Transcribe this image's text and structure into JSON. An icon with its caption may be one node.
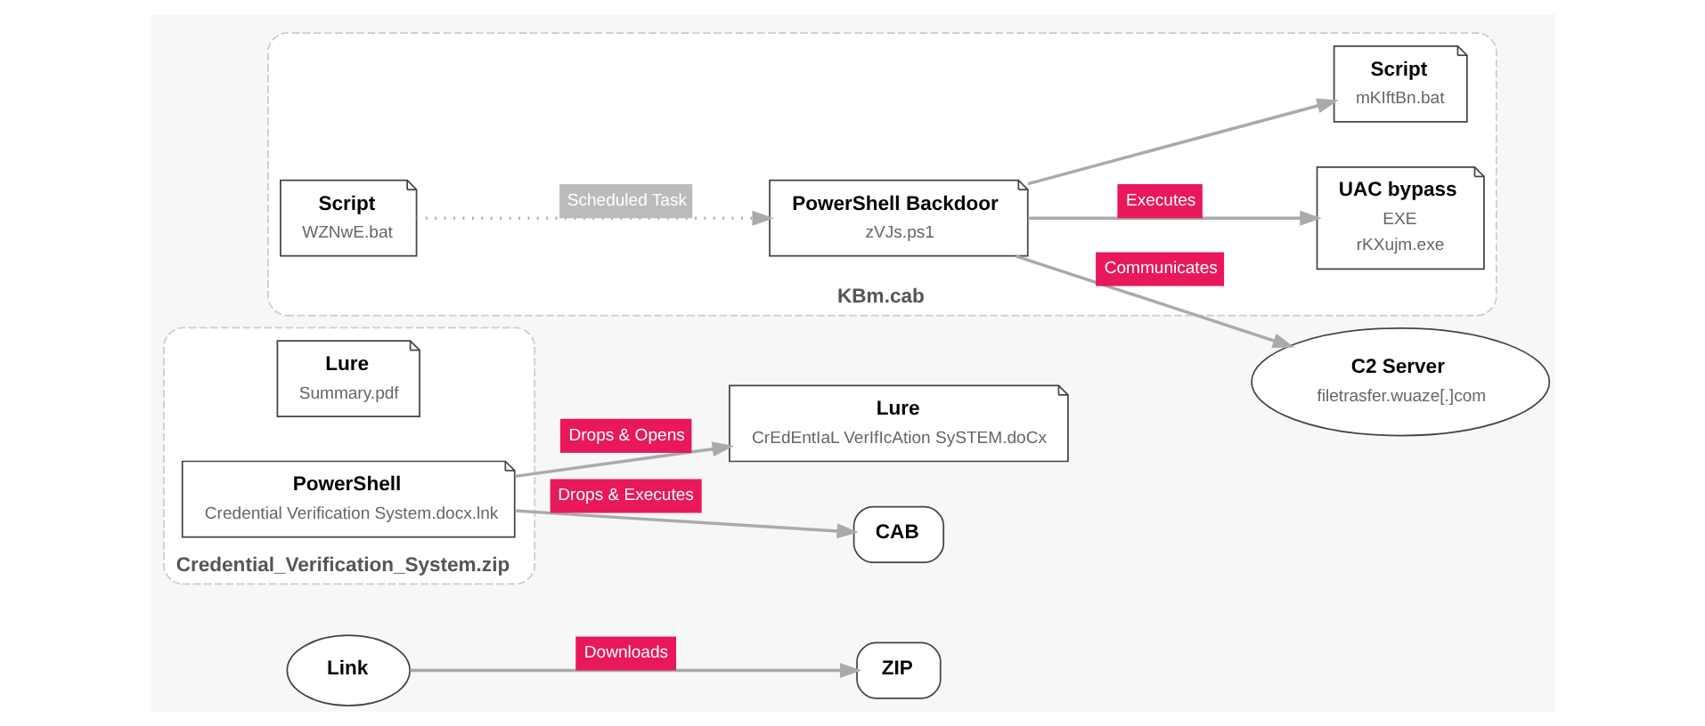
{
  "diagram": {
    "nodes": [
      {
        "text": [
          "Link"
        ]
      },
      {
        "text": [
          "ZIP"
        ]
      },
      {
        "text": [
          "Credential_Verification_System.zip"
        ]
      },
      {
        "text": [
          "Lure",
          "Summary.pdf"
        ],
        "in": 2
      },
      {
        "text": [
          "PowerShell",
          "Credential Verification System.docx.lnk"
        ],
        "in": 2
      },
      {
        "text": [
          "Lure",
          "CrEdEntIaL VerIfIcAtion SySTEM.doCx"
        ]
      },
      {
        "text": [
          "CAB"
        ]
      },
      {
        "text": [
          "KBm.cab"
        ]
      },
      {
        "text": [
          "Script",
          "WZNwE.bat"
        ],
        "in": 7
      },
      {
        "text": [
          "PowerShell Backdoor",
          "zVJs.ps1"
        ],
        "in": 7
      },
      {
        "text": [
          "C2 Server",
          "filetrasfer.wuaze[.]com"
        ]
      },
      {
        "text": [
          "UAC bypass",
          "EXE",
          "rKXujm.exe"
        ],
        "in": 7
      },
      {
        "text": [
          "Script",
          "mKIftBn.bat"
        ],
        "in": 7
      }
    ],
    "edges": [
      {
        "from": 0,
        "to": 1,
        "arrow": "to",
        "label": "Downloads"
      },
      {
        "from": 4,
        "to": 5,
        "arrow": "to",
        "label": "Drops & Opens"
      },
      {
        "from": 4,
        "to": 6,
        "arrow": "to",
        "label": "Drops & Executes"
      },
      {
        "from": 8,
        "to": 9,
        "arrow": "to",
        "label": "Scheduled Task",
        "style": "dashed"
      },
      {
        "from": 9,
        "to": 10,
        "arrow": "to",
        "label": "Communicates"
      },
      {
        "from": 9,
        "to": 11,
        "arrow": "to",
        "label": "Executes"
      },
      {
        "from": 9,
        "to": 12,
        "arrow": "to"
      }
    ]
  }
}
